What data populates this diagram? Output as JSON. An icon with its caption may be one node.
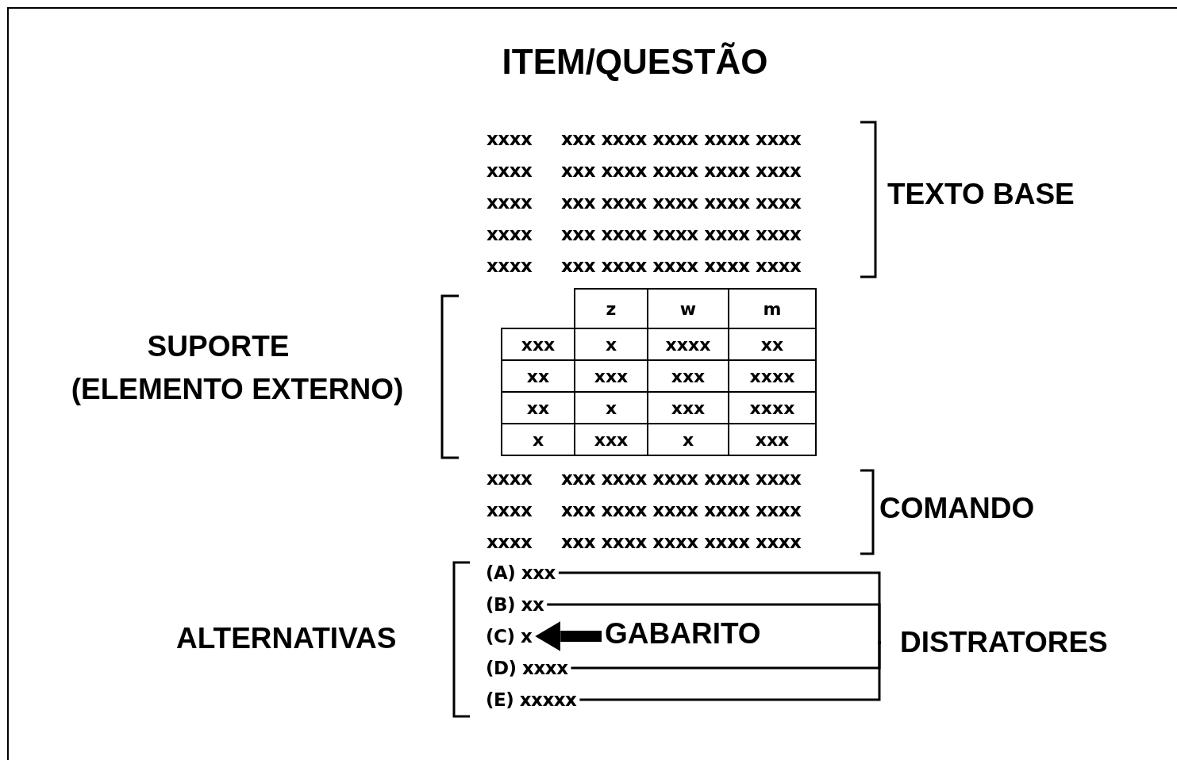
{
  "diagram": {
    "title": "ITEM/QUESTÃO",
    "nodes": [
      {
        "text": [
          "(A) xxx"
        ]
      },
      {
        "text": [
          "(B) xx"
        ]
      },
      {
        "text": [
          "(C) x"
        ]
      },
      {
        "text": [
          "(D) xxxx"
        ]
      },
      {
        "text": [
          "(E) xxxxx"
        ]
      },
      {
        "text": [
          "GABARITO"
        ]
      },
      {
        "text": [
          "DISTRATORES"
        ]
      }
    ],
    "edges": [
      {
        "from": 0,
        "to": 6,
        "arrow": "none"
      },
      {
        "from": 1,
        "to": 6,
        "arrow": "none"
      },
      {
        "from": 3,
        "to": 6,
        "arrow": "none"
      },
      {
        "from": 4,
        "to": 6,
        "arrow": "none"
      },
      {
        "from": 5,
        "to": 2,
        "arrow": "to",
        "style": "thick"
      }
    ],
    "labels": [
      "xxxx",
      "xxx xxxx xxxx xxxx xxxx",
      "xxxx",
      "xxx xxxx xxxx xxxx xxxx",
      "xxxx",
      "xxx xxxx xxxx xxxx xxxx",
      "xxxx",
      "xxx xxxx xxxx xxxx xxxx",
      "xxxx",
      "xxx xxxx xxxx xxxx xxxx",
      "TEXTO BASE",
      "SUPORTE",
      "(ELEMENTO EXTERNO)",
      "z",
      "w",
      "m",
      "xxx",
      "x",
      "xxxx",
      "xx",
      "xx",
      "xxx",
      "xxx",
      "xxxx",
      "xx",
      "x",
      "xxx",
      "xxxx",
      "x",
      "xxx",
      "x",
      "xxx",
      "xxxx",
      "xxx xxxx xxxx xxxx xxxx",
      "xxxx",
      "xxx xxxx xxxx xxxx xxxx",
      "xxxx",
      "xxx xxxx xxxx xxxx xxxx",
      "COMANDO",
      "ALTERNATIVAS"
    ]
  }
}
